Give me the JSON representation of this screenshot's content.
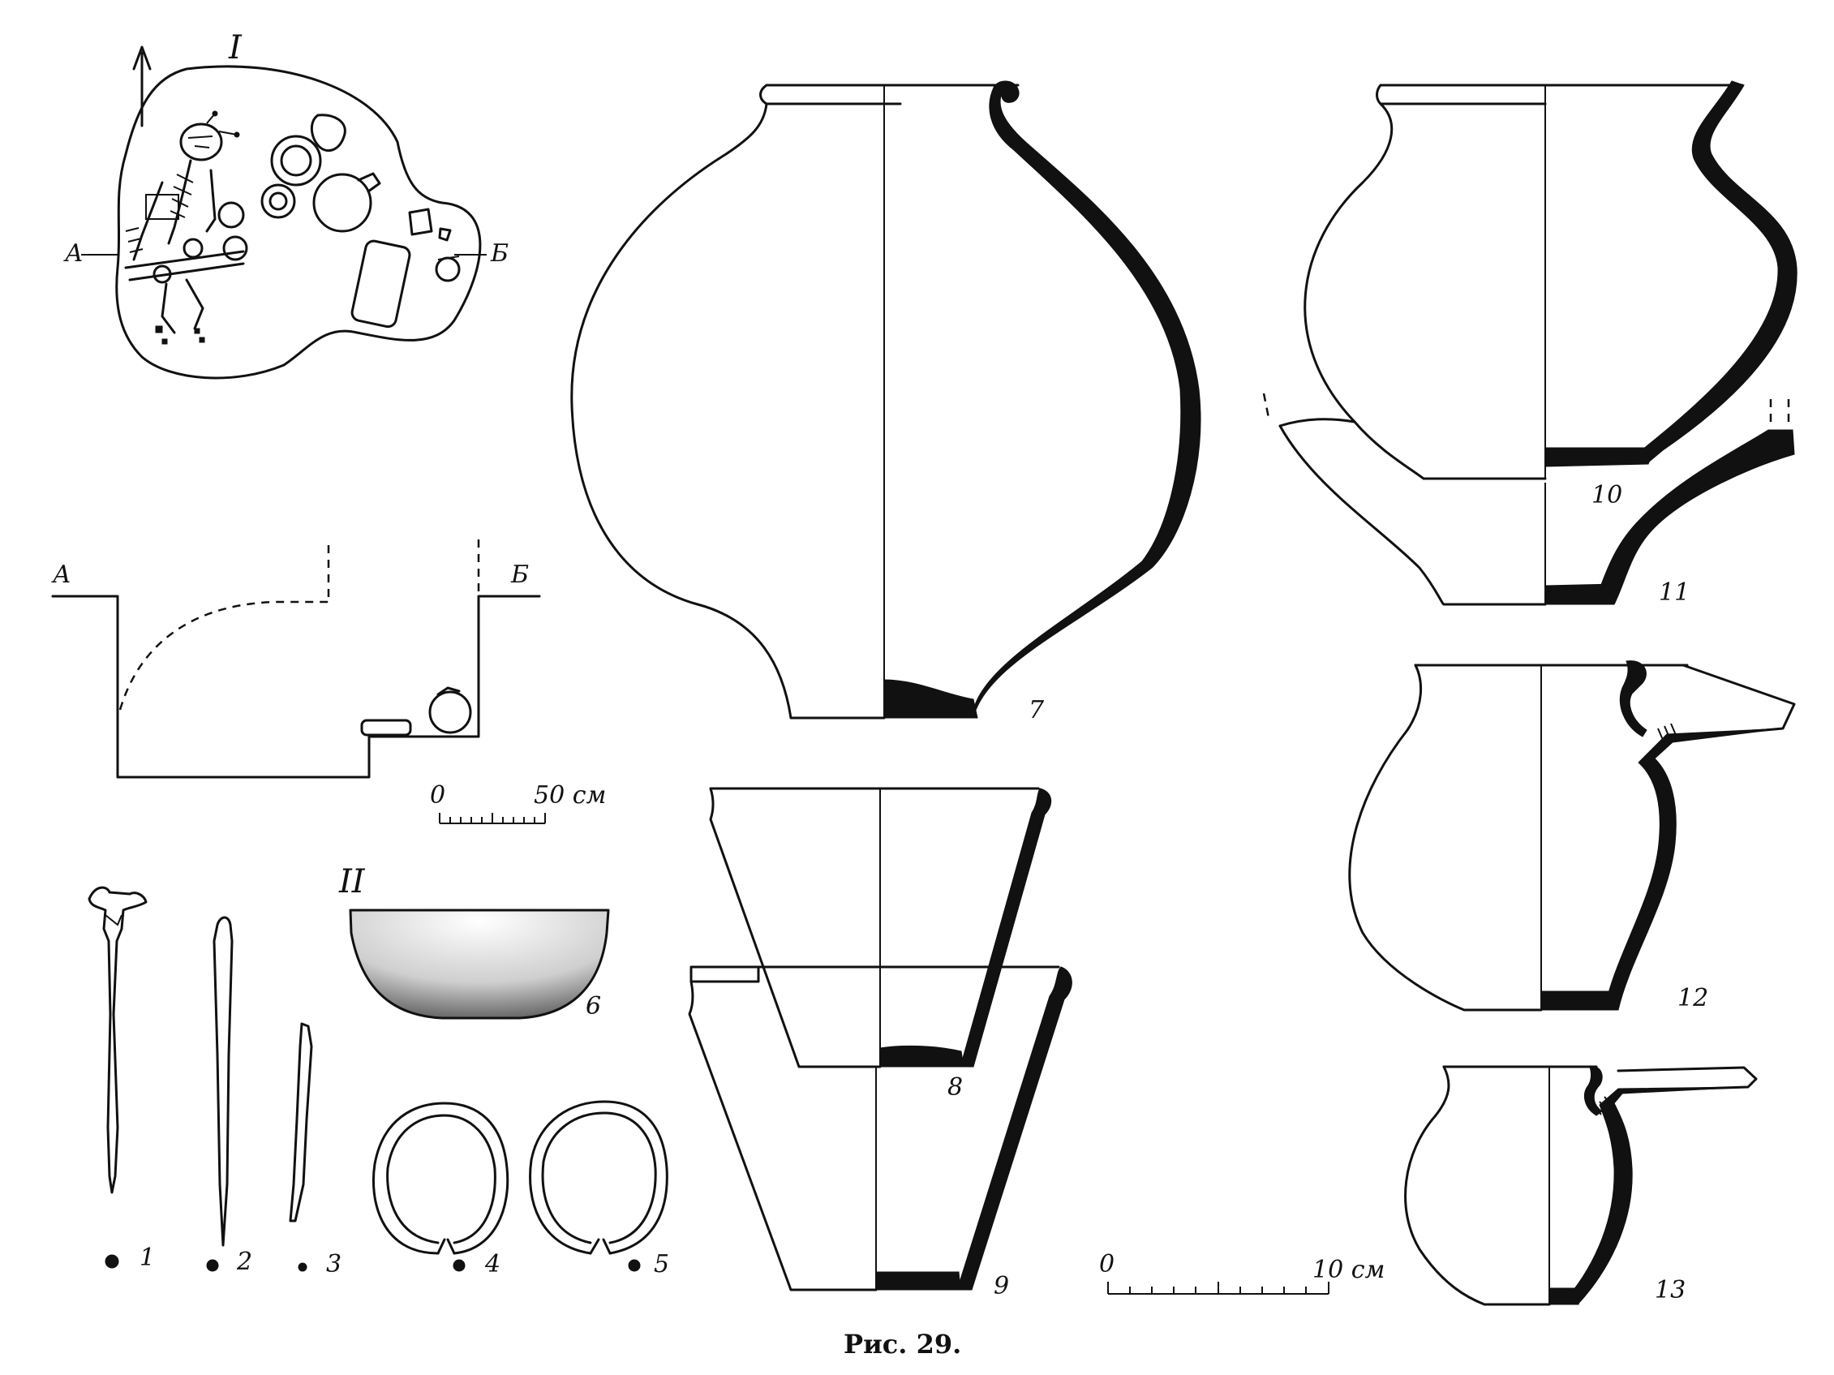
{
  "caption": "Рис. 29.",
  "section_labels": {
    "plan": "I",
    "bowl_section": "II"
  },
  "plan_markers": {
    "a": "А",
    "b": "Б"
  },
  "profile_markers": {
    "a": "А",
    "b": "Б"
  },
  "scale_small": {
    "start": "0",
    "end": "50 см"
  },
  "scale_large": {
    "start": "0",
    "end": "10 см"
  },
  "item_numbers": [
    "1",
    "2",
    "3",
    "4",
    "5",
    "6",
    "7",
    "8",
    "9",
    "10",
    "11",
    "12",
    "13"
  ]
}
